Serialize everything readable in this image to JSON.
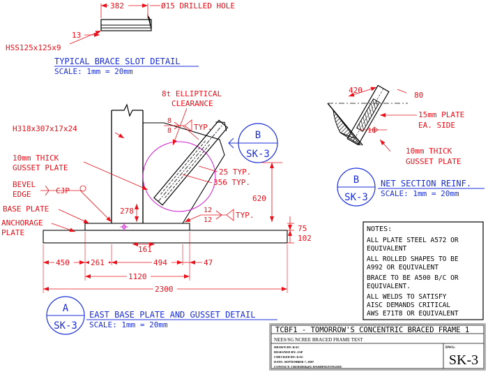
{
  "colors": {
    "red": "#e8101a",
    "blue": "#1a2ed8",
    "black": "#000000",
    "magenta": "#d01ad0",
    "grey": "#808080"
  },
  "slot_detail": {
    "dim_382": "382",
    "drilled_hole": "Ø15 DRILLED HOLE",
    "dim_13": "13",
    "hss": "HSS125x125x9",
    "title": "TYPICAL BRACE SLOT DETAIL",
    "scale": "SCALE: 1mm = 20mm"
  },
  "section_b": {
    "dim_420": "420",
    "dim_80": "80",
    "plate_note_1": "15mm PLATE",
    "plate_note_2": "EA. SIDE",
    "weld_10": "10",
    "gusset_1": "10mm THICK",
    "gusset_2": "GUSSET PLATE",
    "bubble_top": "B",
    "bubble_bottom": "SK-3",
    "title": "NET SECTION REINF.",
    "scale": "SCALE: 1mm = 20mm"
  },
  "detail_a": {
    "column": "H318x307x17x24",
    "gusset_1": "10mm THICK",
    "gusset_2": "GUSSET PLATE",
    "bevel_1": "BEVEL",
    "bevel_2": "EDGE",
    "cjp": "CJP",
    "base_plate": "BASE PLATE",
    "anchorage_1": "ANCHORAGE",
    "anchorage_2": "PLATE",
    "elliptical_1": "8t ELLIPTICAL",
    "elliptical_2": "CLEARANCE",
    "weld_8a": "8",
    "weld_8b": "8",
    "typ": "TYP.",
    "weld_12a": "12",
    "weld_12b": "12",
    "typ2": "TYP.",
    "bubble_b_top": "B",
    "bubble_b_bottom": "SK-3",
    "dim_25": "25 TYP.",
    "dim_356": "356 TYP.",
    "dim_620": "620",
    "dim_278": "278",
    "dim_75": "75",
    "dim_102": "102",
    "dim_161": "161",
    "dim_450": "450",
    "dim_261": "261",
    "dim_494": "494",
    "dim_47": "47",
    "dim_1120": "1120",
    "dim_2300": "2300",
    "bubble_a_top": "A",
    "bubble_a_bottom": "SK-3",
    "title": "EAST BASE PLATE AND GUSSET DETAIL",
    "scale": "SCALE: 1mm = 20mm"
  },
  "notes": {
    "heading": "NOTES:",
    "items": [
      [
        "ALL PLATE STEEL A572 OR",
        "EQUIVALENT"
      ],
      [
        "ALL ROLLED SHAPES TO BE",
        "A992 OR EQUIVALENT"
      ],
      [
        "BRACE TO BE A500 B/C OR",
        "EQUIVALENT."
      ],
      [
        "ALL WELDS TO SATISFY",
        "AISC DEMANDS CRITICAL",
        "AWS E71T8 OR EQUIVALENT"
      ]
    ]
  },
  "title_block": {
    "project": "TCBF1 - TOMORROW'S CONCENTRIC BRACED FRAME 1",
    "subtitle": "NEES/SG NCREE BRACED FRAME TEST",
    "drawn_by": "DRAWN BY: KAC",
    "designed_by": "DESIGNED BY: JAP",
    "checked_by": "CHECKED BY: KAC",
    "date": "DATE: SEPTEMBER 7, 2007",
    "contact": "CONTACT: CROEDER@U.WASHINGTON.EDU",
    "dwg_label": "DWG:",
    "dwg_number": "SK-3"
  }
}
